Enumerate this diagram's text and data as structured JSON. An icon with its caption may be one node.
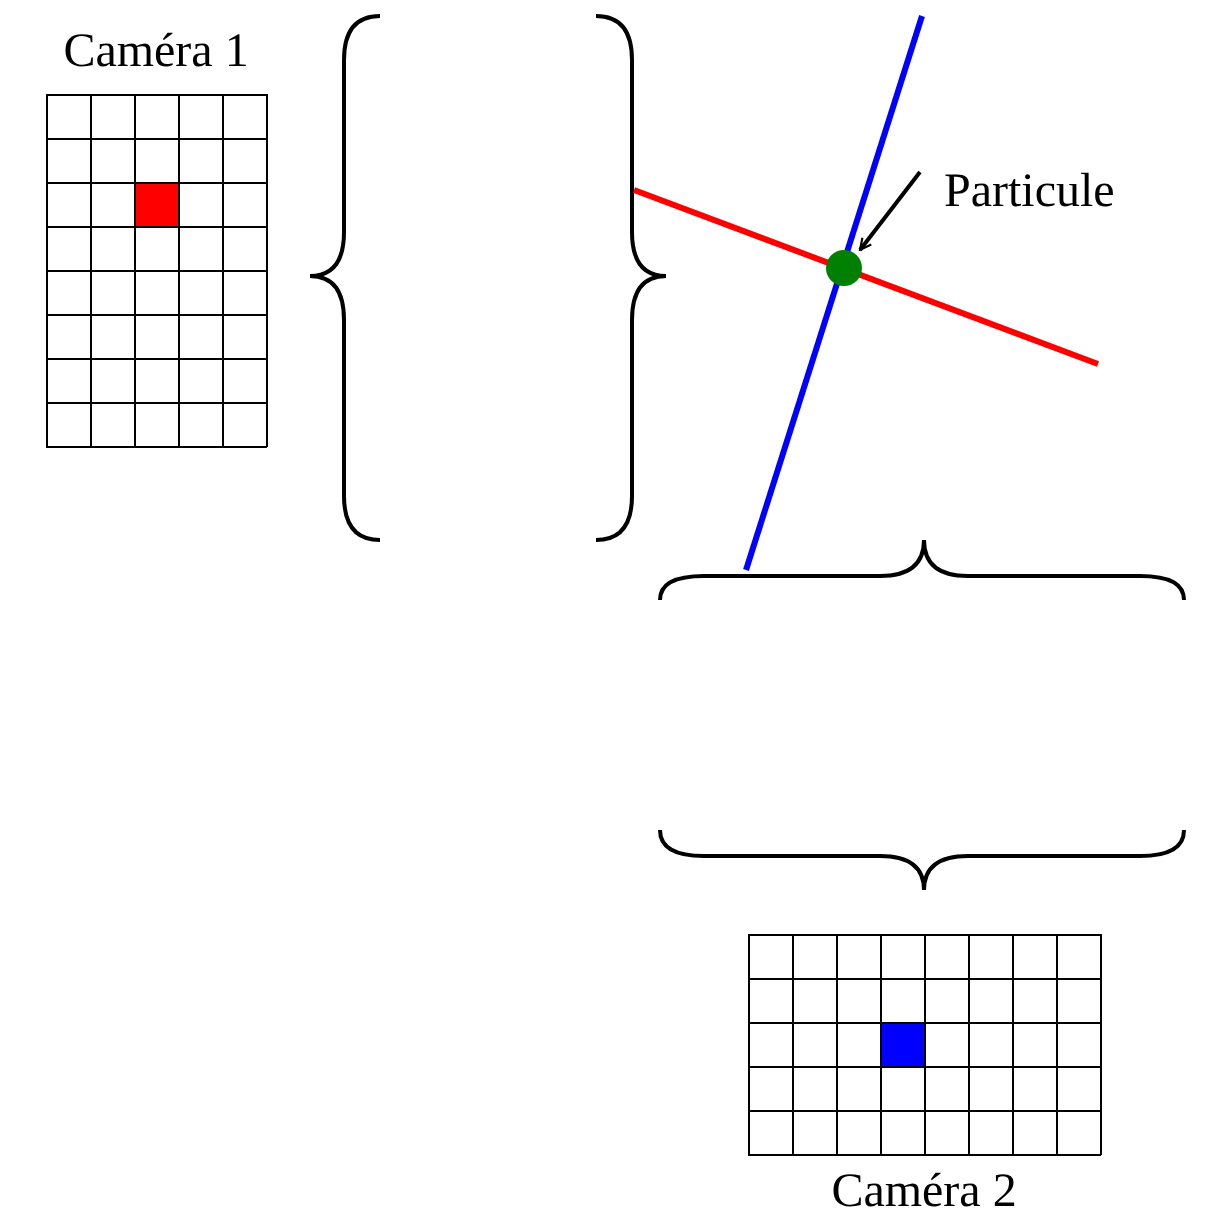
{
  "diagram": {
    "nodes": [
      {
        "text": [
          "Caméra 1"
        ]
      },
      {
        "text": [],
        "shape": "box",
        "in": 0
      },
      {
        "text": [
          "Particule"
        ]
      },
      {
        "text": [],
        "shape": "circle"
      },
      {
        "text": [
          "Caméra 2"
        ]
      },
      {
        "text": [],
        "shape": "box",
        "in": 4
      }
    ],
    "edges": [
      {
        "from": 2,
        "to": 3,
        "arrow": "to"
      }
    ]
  }
}
